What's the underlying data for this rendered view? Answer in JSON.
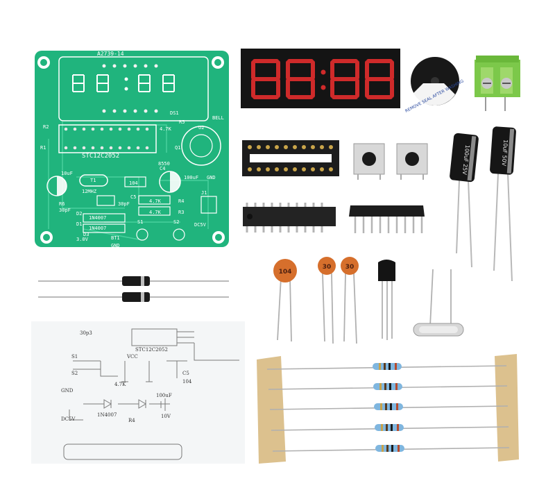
{
  "scene": {
    "pcb": {
      "board_id": "A2739-14",
      "chip": "STC12C2052",
      "capacitor_c1": "10uF",
      "crystal": "12MHZ",
      "cap_30pf": "30pF",
      "cap_104": "104",
      "cap_c4": "C4",
      "transistor": "8550",
      "res_47k": "4.7K",
      "diode": "1N4007",
      "voltage_3v": "3.0V",
      "bell": "BELL",
      "cap_100uf": "100uF",
      "gnd": "GND",
      "dc5v": "DC5V",
      "ds1": "DS1",
      "u2": "U2",
      "r5": "R5",
      "r4": "R4",
      "r3": "R3",
      "r2": "R2",
      "r1": "R1",
      "r6": "R6",
      "q1": "Q1",
      "bt1": "BT1",
      "s1": "S1",
      "s2": "S2",
      "c5": "C5",
      "j1": "J1",
      "d1": "D1",
      "d2": "D2",
      "d3": "D3",
      "t1": "T1"
    },
    "buzzer_label": "REMOVE SEAL AFTER WASHING",
    "capacitor_left_label": "100uF 25V",
    "capacitor_right_label": "10uF 50V",
    "ceramic_caps": [
      "104",
      "30",
      "30"
    ],
    "schematic": {
      "labels": [
        "30p3",
        "STC12C2052",
        "S1",
        "S2",
        "VCC",
        "GND",
        "C5",
        "104",
        "4.7K",
        "R4",
        "1N4007",
        "DC5V",
        "10V",
        "100uF"
      ]
    },
    "colors": {
      "pcb": "#1fb57e",
      "pcb_trace": "#4ed29f",
      "display_body": "#151515",
      "segment_red": "#d42b2b",
      "terminal_green": "#7ec84a",
      "ceramic_orange": "#d66f2c",
      "resistor_body": "#7fb6df",
      "paper_tape": "#dcc18e"
    }
  }
}
